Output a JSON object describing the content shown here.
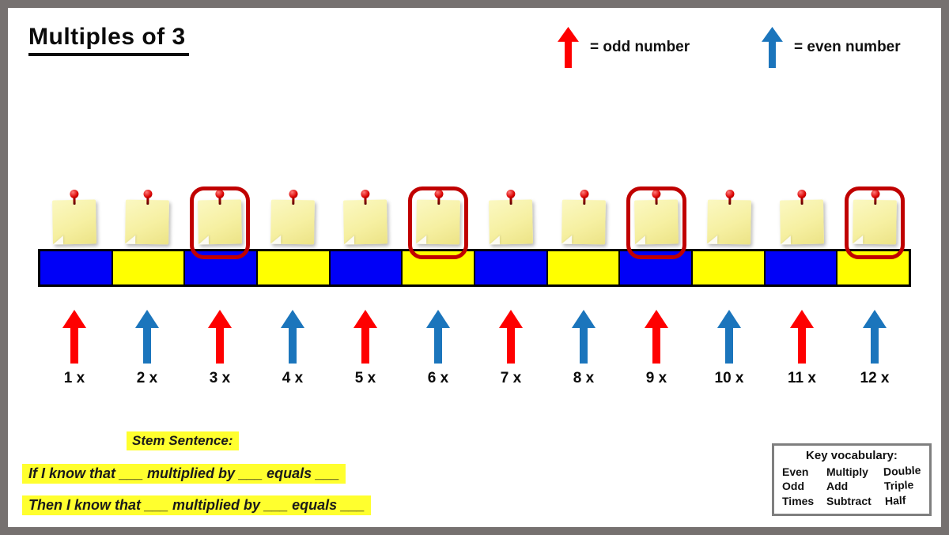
{
  "title": "Multiples of 3",
  "legend": {
    "odd": {
      "label": "= odd number"
    },
    "even": {
      "label": "= even number"
    }
  },
  "colors": {
    "page_border": "#767170",
    "bar_blue": "#0000f7",
    "bar_yellow": "#ffff00",
    "arrow_red": "#fe0000",
    "arrow_blue": "#1b75bc",
    "highlight": "#ffff2e",
    "circle_red": "#c00000"
  },
  "track": {
    "cells": [
      {
        "index": 1,
        "label": "1 x",
        "parity": "odd",
        "bar_color": "blue",
        "circled": false
      },
      {
        "index": 2,
        "label": "2 x",
        "parity": "even",
        "bar_color": "yellow",
        "circled": false
      },
      {
        "index": 3,
        "label": "3 x",
        "parity": "odd",
        "bar_color": "blue",
        "circled": true
      },
      {
        "index": 4,
        "label": "4 x",
        "parity": "even",
        "bar_color": "yellow",
        "circled": false
      },
      {
        "index": 5,
        "label": "5 x",
        "parity": "odd",
        "bar_color": "blue",
        "circled": false
      },
      {
        "index": 6,
        "label": "6 x",
        "parity": "even",
        "bar_color": "yellow",
        "circled": true
      },
      {
        "index": 7,
        "label": "7 x",
        "parity": "odd",
        "bar_color": "blue",
        "circled": false
      },
      {
        "index": 8,
        "label": "8 x",
        "parity": "even",
        "bar_color": "yellow",
        "circled": false
      },
      {
        "index": 9,
        "label": "9 x",
        "parity": "odd",
        "bar_color": "blue",
        "circled": true
      },
      {
        "index": 10,
        "label": "10 x",
        "parity": "even",
        "bar_color": "yellow",
        "circled": false
      },
      {
        "index": 11,
        "label": "11 x",
        "parity": "odd",
        "bar_color": "blue",
        "circled": false
      },
      {
        "index": 12,
        "label": "12 x",
        "parity": "even",
        "bar_color": "yellow",
        "circled": true
      }
    ]
  },
  "stem": {
    "heading": "Stem Sentence:",
    "line1": "If I know that ___ multiplied by ___ equals ___",
    "line2": "Then I know that ___ multiplied by ___ equals ___"
  },
  "vocab": {
    "title": "Key vocabulary:",
    "columns": [
      [
        "Even",
        "Odd",
        "Times"
      ],
      [
        "Multiply",
        "Add",
        "Subtract"
      ],
      [
        "Double",
        "Triple",
        "Half"
      ]
    ]
  }
}
